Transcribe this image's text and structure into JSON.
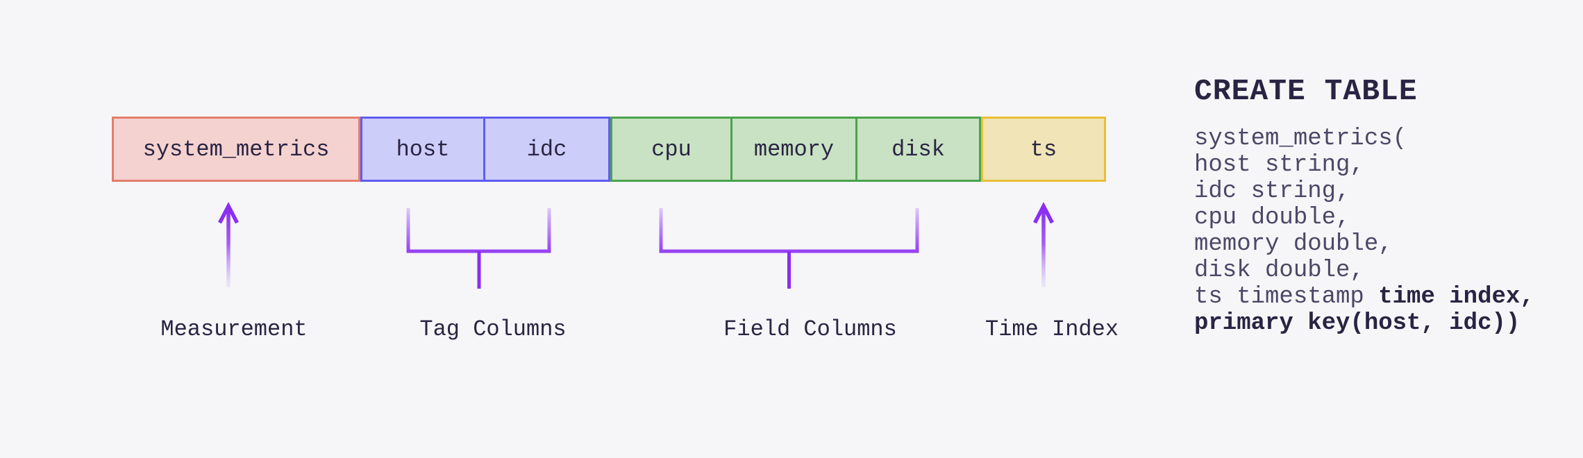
{
  "diagram": {
    "cells": [
      {
        "label": "system_metrics",
        "role": "measurement"
      },
      {
        "label": "host",
        "role": "tag"
      },
      {
        "label": "idc",
        "role": "tag"
      },
      {
        "label": "cpu",
        "role": "field"
      },
      {
        "label": "memory",
        "role": "field"
      },
      {
        "label": "disk",
        "role": "field"
      },
      {
        "label": "ts",
        "role": "time"
      }
    ],
    "annotations": [
      {
        "label": "Measurement",
        "target": "measurement"
      },
      {
        "label": "Tag Columns",
        "target": "tag"
      },
      {
        "label": "Field Columns",
        "target": "field"
      },
      {
        "label": "Time Index",
        "target": "time"
      }
    ]
  },
  "sql": {
    "title": "CREATE TABLE",
    "lines": [
      {
        "segments": [
          {
            "text": "system_metrics(",
            "bold": false
          }
        ]
      },
      {
        "segments": [
          {
            "text": "host string,",
            "bold": false
          }
        ]
      },
      {
        "segments": [
          {
            "text": "idc string,",
            "bold": false
          }
        ]
      },
      {
        "segments": [
          {
            "text": "cpu double,",
            "bold": false
          }
        ]
      },
      {
        "segments": [
          {
            "text": "memory double,",
            "bold": false
          }
        ]
      },
      {
        "segments": [
          {
            "text": "disk double,",
            "bold": false
          }
        ]
      },
      {
        "segments": [
          {
            "text": "ts timestamp ",
            "bold": false
          },
          {
            "text": "time index,",
            "bold": true
          }
        ]
      },
      {
        "segments": [
          {
            "text": "primary key(host, idc))",
            "bold": true
          }
        ]
      }
    ]
  },
  "colors": {
    "background": "#f6f6f8",
    "ink": "#2a2443",
    "sql_body_text": "#4b4766",
    "measurement_fill": "#f4d2cf",
    "measurement_border": "#e37e6b",
    "tag_fill": "#cdcdf9",
    "tag_border": "#5f5cf1",
    "field_fill": "#c9e2c4",
    "field_border": "#49a34c",
    "time_fill": "#f1e4b6",
    "time_border": "#eabf37",
    "connector": "#8b2df2",
    "connector_light": "#dcd0f9"
  }
}
